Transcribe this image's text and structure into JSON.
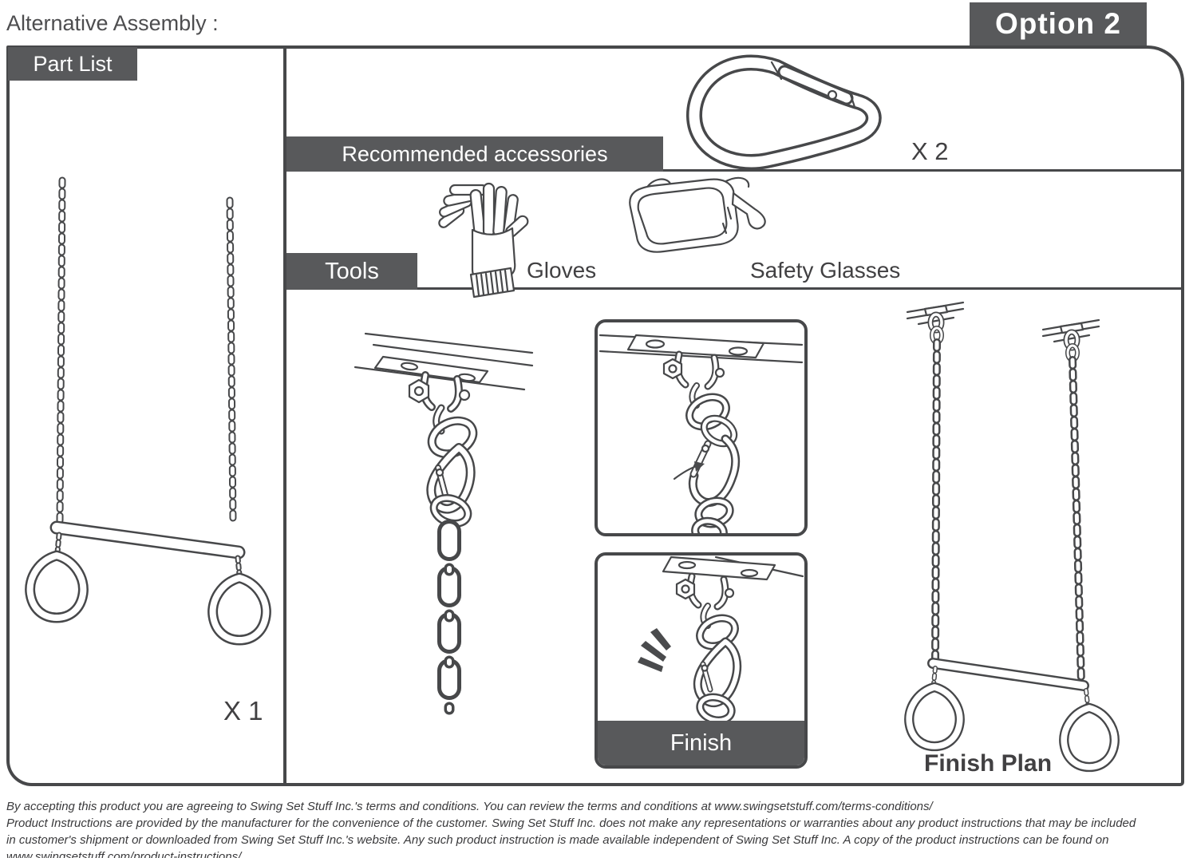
{
  "page": {
    "title": "Alternative Assembly :",
    "option_badge": "Option 2"
  },
  "part_list": {
    "header": "Part List",
    "item": "trapeze bar with rings and chains",
    "quantity": "X 1"
  },
  "accessories": {
    "header": "Recommended accessories",
    "item": "carabiner",
    "quantity": "X 2"
  },
  "tools": {
    "header": "Tools",
    "items": [
      {
        "label": "Gloves"
      },
      {
        "label": "Safety Glasses"
      }
    ]
  },
  "steps": {
    "step1": "hook open carabiner through swing hanger and chain link",
    "step2": "snap carabiner closed (click)",
    "finish_label": "Finish"
  },
  "finish_plan": {
    "label": "Finish Plan"
  },
  "icons": {
    "carabiner": "carabiner-icon",
    "gloves": "gloves-icon",
    "safety_glasses": "safety-glasses-icon",
    "trapeze_swing": "trapeze-swing-icon",
    "swing_hanger": "swing-hanger-step-icon",
    "carabiner_attach": "carabiner-attach-step-icon",
    "carabiner_click": "carabiner-click-step-icon",
    "finish_plan": "finish-plan-icon"
  },
  "colors": {
    "banner_gray": "#58595b",
    "line_gray": "#47484a",
    "text_gray": "#414042"
  },
  "footer": {
    "lines": [
      "By accepting this product you are agreeing to Swing Set Stuff Inc.'s terms and conditions. You can review the terms and conditions at www.swingsetstuff.com/terms-conditions/",
      "Product Instructions are provided by the manufacturer for the convenience of the customer. Swing Set Stuff Inc. does not make any representations or warranties about any product instructions that may be included",
      "in customer's shipment or downloaded from Swing Set Stuff Inc.'s website. Any such product instruction is made available independent of Swing Set Stuff Inc.  A copy of the product instructions can be found on",
      "www.swingsetstuff.com/product-instructions/."
    ]
  }
}
